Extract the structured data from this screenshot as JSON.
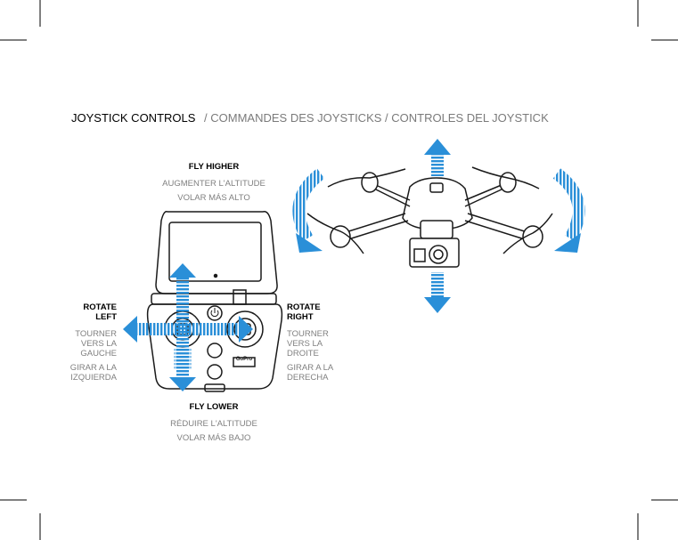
{
  "header": {
    "primary": "JOYSTICK CONTROLS",
    "secondary": "/ COMMANDES DES JOYSTICKS  / CONTROLES DEL JOYSTICK"
  },
  "labels": {
    "fly_higher": {
      "title": "FLY HIGHER",
      "fr": "AUGMENTER L'ALTITUDE",
      "es": "VOLAR MÁS ALTO"
    },
    "fly_lower": {
      "title": "FLY LOWER",
      "fr": "RÉDUIRE L'ALTITUDE",
      "es": "VOLAR MÁS BAJO"
    },
    "rotate_left": {
      "title_1": "ROTATE",
      "title_2": "LEFT",
      "fr_1": "TOURNER",
      "fr_2": "VERS LA",
      "fr_3": "GAUCHE",
      "es_1": "GIRAR A LA",
      "es_2": "IZQUIERDA"
    },
    "rotate_right": {
      "title_1": "ROTATE",
      "title_2": "RIGHT",
      "fr_1": "TOURNER",
      "fr_2": "VERS LA",
      "fr_3": "DROITE",
      "es_1": "GIRAR A LA",
      "es_2": "DERECHA"
    }
  },
  "controller_brand": "GoPro",
  "colors": {
    "arrow": "#2a8fd8",
    "line": "#1a1a1a",
    "secondary_text": "#7a7a7a"
  },
  "icons": [
    "power-icon",
    "drone-icon",
    "landing-icon"
  ]
}
